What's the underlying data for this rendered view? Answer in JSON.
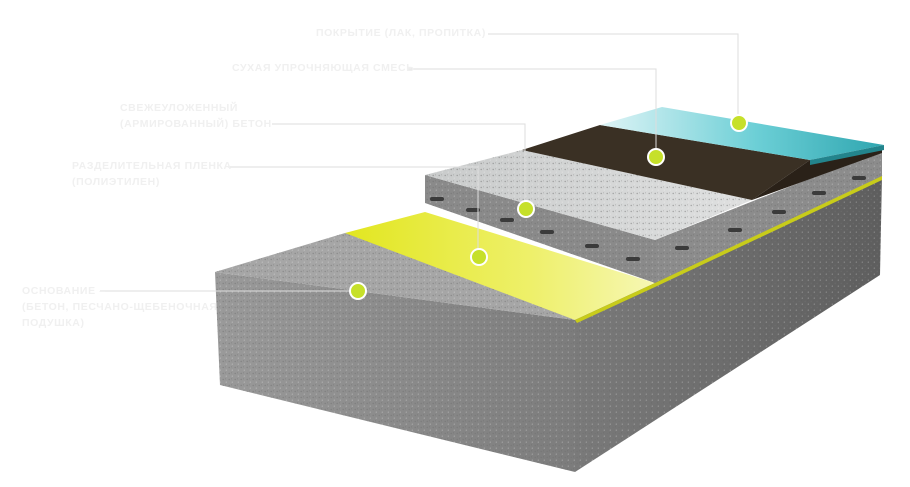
{
  "layers": {
    "coating": {
      "line1": "ПОКРЫТИЕ (ЛАК, ПРОПИТКА)",
      "color": "#3bb8c2"
    },
    "hardener": {
      "line1": "СУХАЯ УПРОЧНЯЮЩАЯ СМЕСЬ",
      "color": "#3a3024"
    },
    "concrete": {
      "line1": "СВЕЖЕУЛОЖЕННЫЙ",
      "line2": "(АРМИРОВАННЫЙ) БЕТОН",
      "color": "#cfd1d1"
    },
    "film": {
      "line1": "РАЗДЕЛИТЕЛЬНАЯ ПЛЕНКА",
      "line2": "(ПОЛИЭТИЛЕН)",
      "color": "#e6ea2a"
    },
    "base": {
      "line1": "ОСНОВАНИЕ –",
      "line2": "(БЕТОН, ПЕСЧАНО-ЩЕБЕНОЧНАЯ",
      "line3": "ПОДУШКА)",
      "color": "#8f8f8f"
    }
  },
  "marker_color": "#c6e02a",
  "leader_color": "#dddddd"
}
